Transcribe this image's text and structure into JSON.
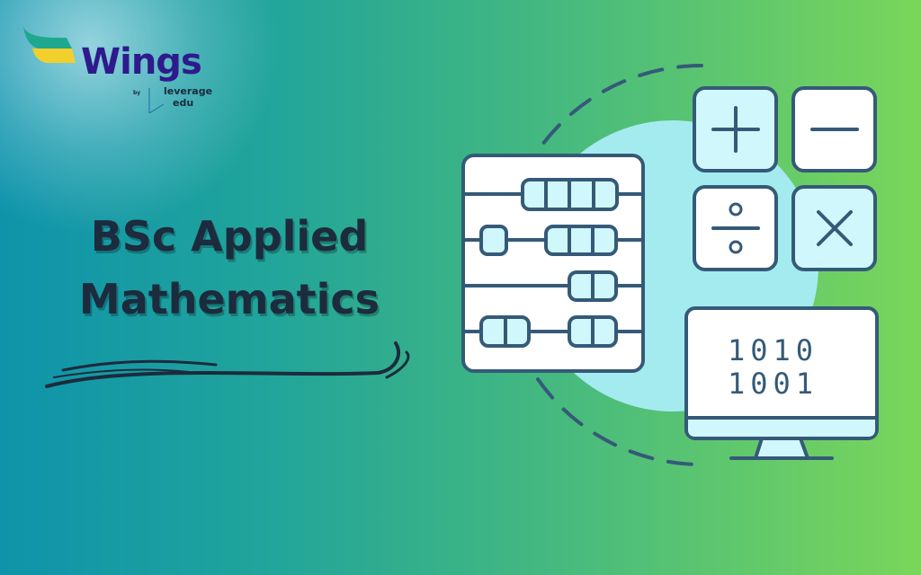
{
  "logo": {
    "wordmark": "Wings",
    "by": "by",
    "brand_line1": "leverage",
    "brand_line2": "edu"
  },
  "title": {
    "line1": "BSc Applied",
    "line2": "Mathematics"
  },
  "illustration": {
    "operators": [
      "plus",
      "minus",
      "divide",
      "multiply"
    ],
    "binary_line1": "1010",
    "binary_line2": "1001"
  },
  "colors": {
    "stroke": "#355a78",
    "tile_fill": "#d0f7fb",
    "circle": "#a4ebf0",
    "title": "#1c2b3d",
    "logo": "#2e1a8c"
  }
}
